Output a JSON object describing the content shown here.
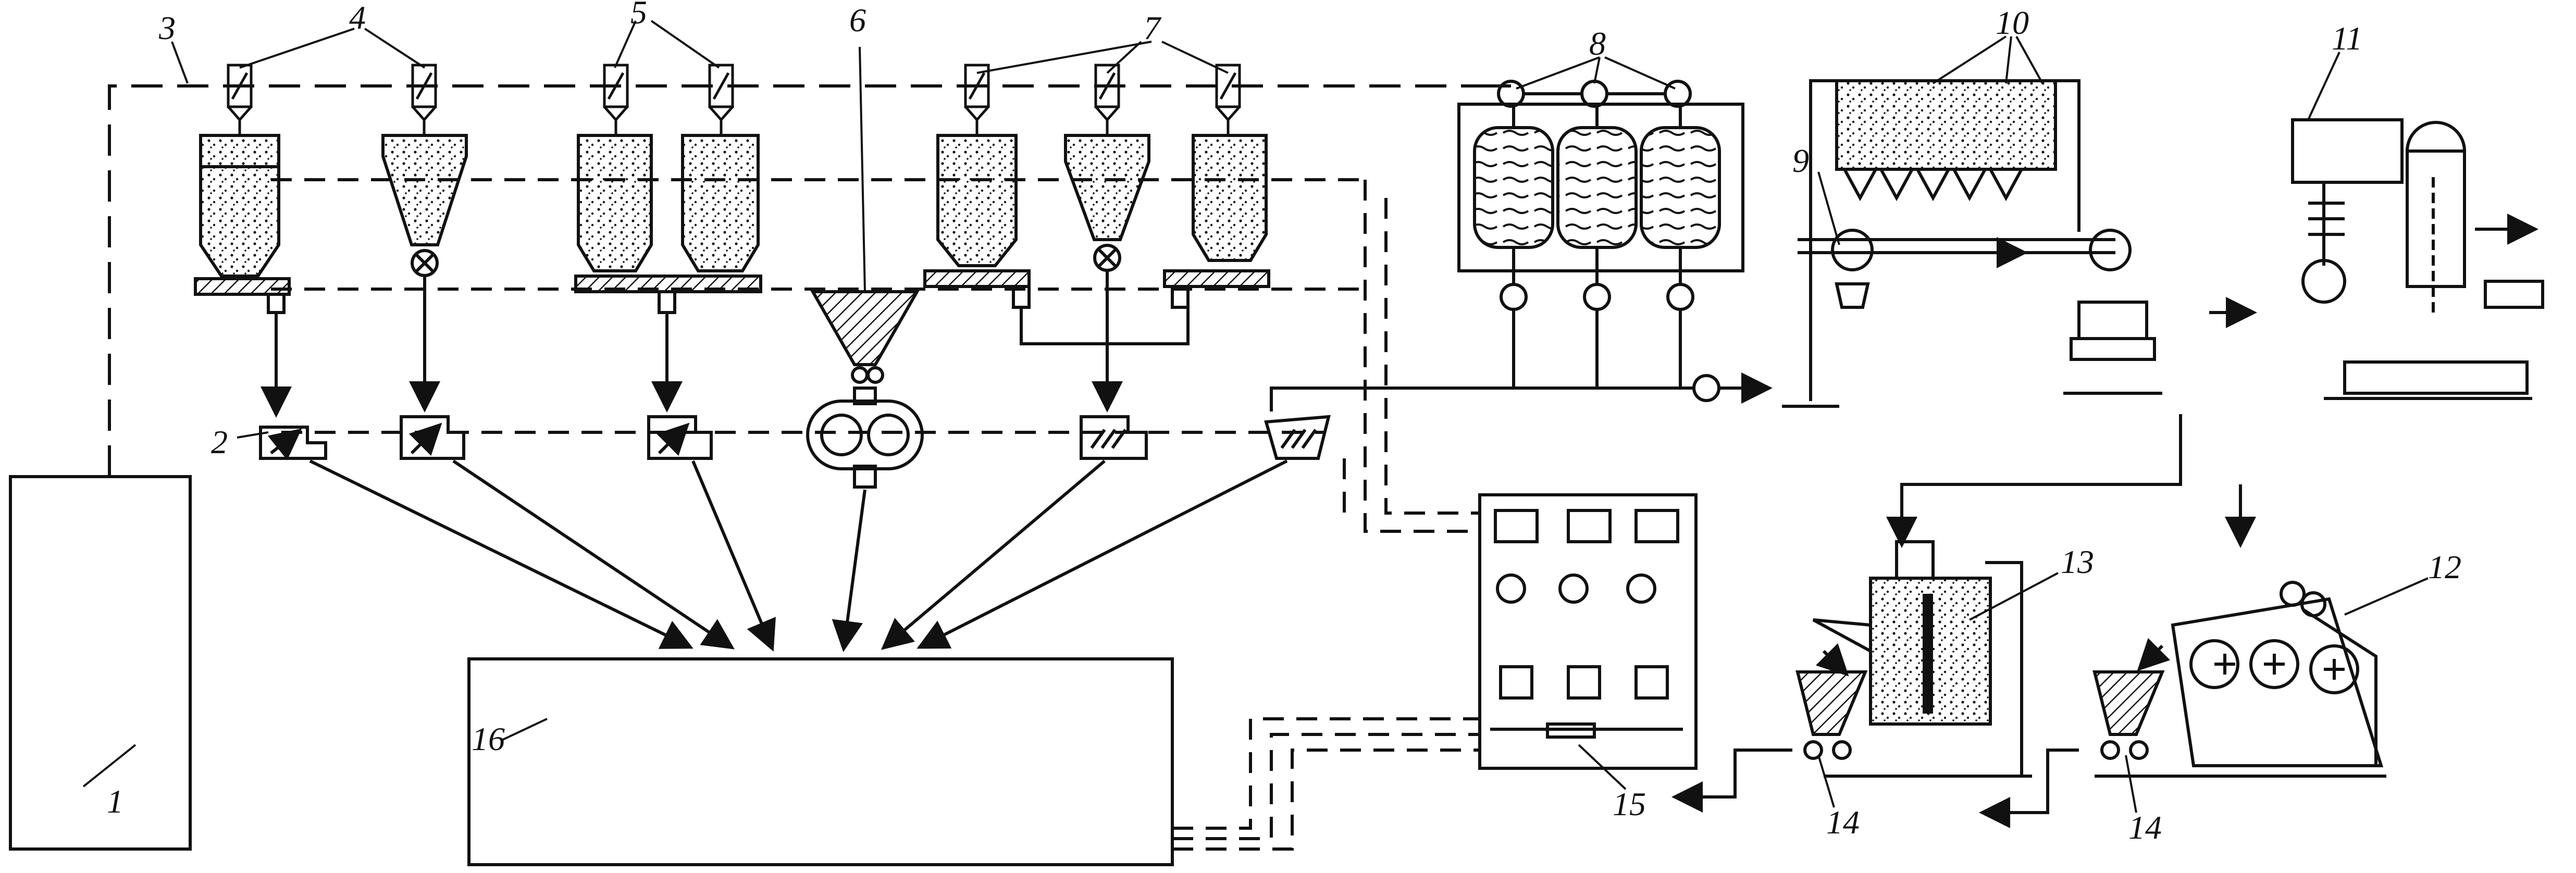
{
  "diagram": {
    "callouts": {
      "c1": "1",
      "c2": "2",
      "c3": "3",
      "c4": "4",
      "c5": "5",
      "c6": "6",
      "c7": "7",
      "c8": "8",
      "c9": "9",
      "c10": "10",
      "c11": "11",
      "c12": "12",
      "c13": "13",
      "c14a": "14",
      "c14b": "14",
      "c15": "15",
      "c16": "16"
    },
    "icons": {
      "silo": "cone-silo-icon",
      "cyclone": "cyclone-filter-icon",
      "valve": "rotary-valve-icon",
      "screw": "screw-feeder-icon",
      "scale": "dosing-scale-icon",
      "crusher": "roll-crusher-icon",
      "tank": "liquid-tank-icon",
      "mixer": "mixer-icon",
      "panel": "control-panel-icon",
      "cart": "dough-cart-icon",
      "hopper": "receiving-hopper-icon"
    },
    "colors": {
      "ink": "#111111",
      "background": "#ffffff"
    }
  }
}
